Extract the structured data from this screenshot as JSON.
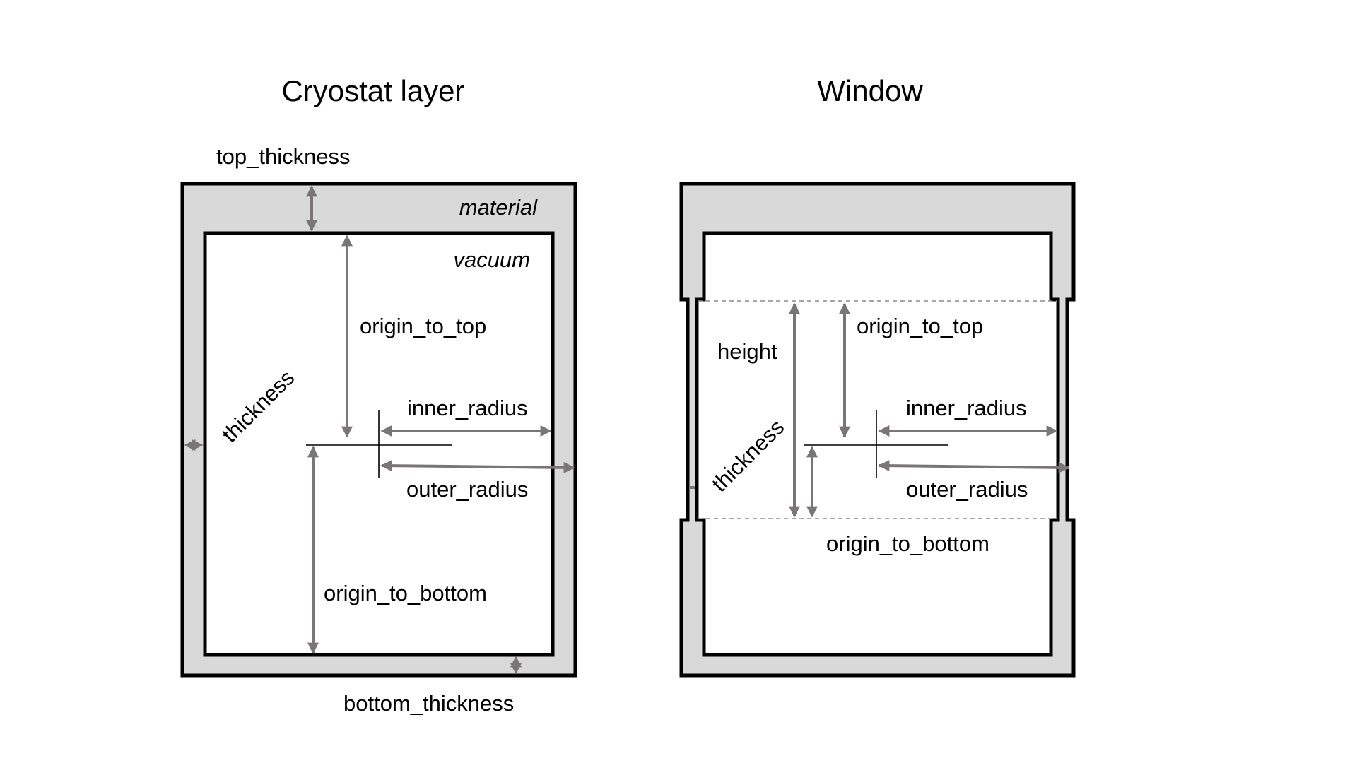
{
  "colors": {
    "material_fill": "#d9d9d9",
    "outline": "#000000",
    "dimension_arrow": "#7a7676",
    "background": "#ffffff"
  },
  "cryostat_layer": {
    "title": "Cryostat layer",
    "labels": {
      "top_thickness": "top_thickness",
      "material": "material",
      "vacuum": "vacuum",
      "origin_to_top": "origin_to_top",
      "thickness": "thickness",
      "inner_radius": "inner_radius",
      "outer_radius": "outer_radius",
      "origin_to_bottom": "origin_to_bottom",
      "bottom_thickness": "bottom_thickness"
    }
  },
  "window": {
    "title": "Window",
    "labels": {
      "height": "height",
      "origin_to_top": "origin_to_top",
      "thickness": "thickness",
      "inner_radius": "inner_radius",
      "outer_radius": "outer_radius",
      "origin_to_bottom": "origin_to_bottom"
    }
  }
}
